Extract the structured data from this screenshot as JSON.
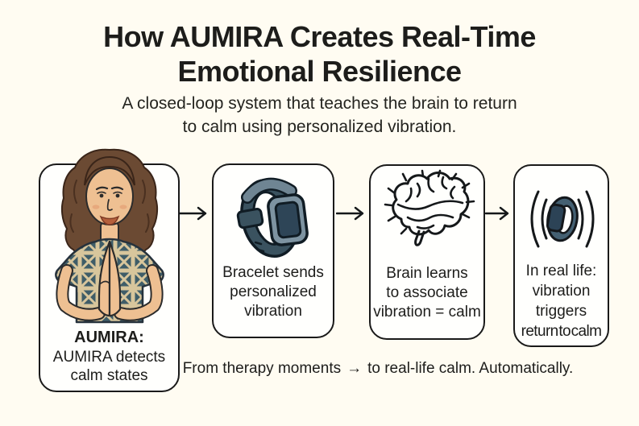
{
  "header": {
    "title_line1": "How AUMIRA Creates Real-Time",
    "title_line2": "Emotional Resilience",
    "subtitle_line1": "A closed-loop system that teaches the brain to return",
    "subtitle_line2": "to calm using personalized vibration."
  },
  "steps": [
    {
      "icon": "meditating-woman-illustration",
      "heading": "AUMIRA:",
      "line1": "AUMIRA detects",
      "line2": "calm states"
    },
    {
      "icon": "smartwatch-bracelet-icon",
      "line1": "Bracelet sends",
      "line2": "personalized",
      "line3": "vibration"
    },
    {
      "icon": "brain-icon",
      "line1": "Brain learns",
      "line2": "to associate",
      "line3": "vibration = calm"
    },
    {
      "icon": "vibrating-bracelet-icon",
      "line1": "In real life:",
      "line2": "vibration",
      "line3": "triggers",
      "line4": "return to calm"
    }
  ],
  "footer": {
    "caption_before_arrow": "From therapy moments",
    "arrow_glyph": "→",
    "caption_after_arrow": "to real-life calm. Automatically."
  },
  "colors": {
    "background": "#fffcf2",
    "ink": "#1d1d1b",
    "card_fill": "#fffffd",
    "card_border": "#1a1a1a",
    "watch_band": "#3a525f",
    "watch_case": "#7d93a1",
    "watch_screen": "#2e4557",
    "skin": "#eec092",
    "hair": "#6b4a33",
    "lips": "#b5603c",
    "shirt_teal": "#3f5d68",
    "shirt_cream": "#d8c69c"
  }
}
